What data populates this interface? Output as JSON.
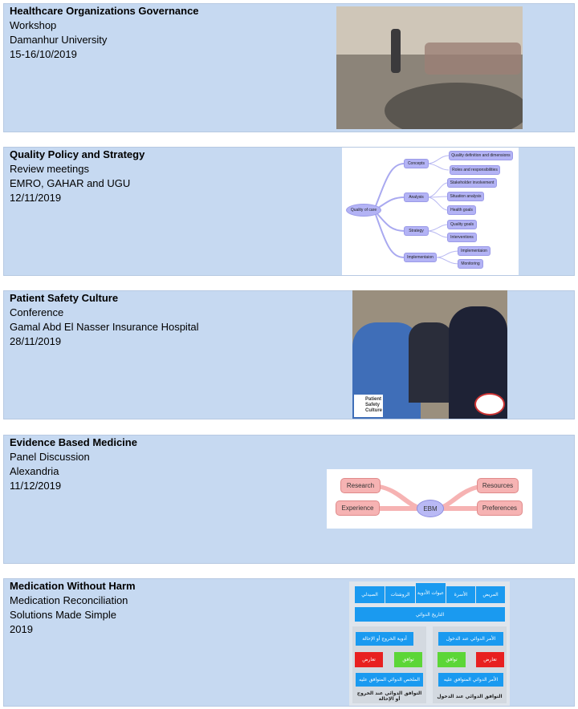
{
  "entries": [
    {
      "title": "Healthcare Organizations Governance",
      "lines": [
        "Workshop",
        "Damanhur University",
        "15-16/10/2019"
      ]
    },
    {
      "title": "Quality Policy and Strategy",
      "lines": [
        "Review meetings",
        "EMRO, GAHAR and UGU",
        "12/11/2019"
      ]
    },
    {
      "title": "Patient Safety Culture",
      "lines": [
        "Conference",
        "Gamal Abd El Nasser Insurance Hospital",
        "28/11/2019"
      ]
    },
    {
      "title": "Evidence Based Medicine",
      "lines": [
        "Panel Discussion",
        "Alexandria",
        "11/12/2019"
      ]
    },
    {
      "title": "Medication Without Harm",
      "lines": [
        "Medication Reconciliation",
        "Solutions Made Simple",
        "2019"
      ]
    }
  ],
  "mindmap": {
    "root": "Quality of care",
    "branches": [
      {
        "label": "Concepts",
        "leaves": [
          "Quality definition and dimensions",
          "Roles and responsibilities"
        ]
      },
      {
        "label": "Analysis",
        "leaves": [
          "Stakeholder involvement",
          "Situation analysis",
          "Health goals"
        ]
      },
      {
        "label": "Strategy",
        "leaves": [
          "Quality goals",
          "Interventions"
        ]
      },
      {
        "label": "Implementaion",
        "leaves": [
          "Implementaion",
          "Monitoring"
        ]
      }
    ]
  },
  "psc_logo": "Patient Safety Culture",
  "ebm": {
    "center": "EBM",
    "left": [
      "Research",
      "Experience"
    ],
    "right": [
      "Resources",
      "Preferences"
    ]
  },
  "medrec": {
    "sources": [
      "الصيدلي",
      "الروشتات",
      "عبوات الأدوية",
      "الأسرة",
      "المريض"
    ],
    "history": "التاريخ الدوائي",
    "discharge": "أدوية الخروج أو الإحالة",
    "admission": "الأمر الدوائي عند الدخول",
    "conflict": "تعارض",
    "match": "توافق",
    "discharge_summary": "الملخص الدوائي المتوافق عليه",
    "admission_order": "الأمر الدوائي المتوافق عليه",
    "discharge_caption": "التوافق الدوائي عند الخروج أو الإحالة",
    "admission_caption": "التوافق الدوائي عند الدخول"
  }
}
